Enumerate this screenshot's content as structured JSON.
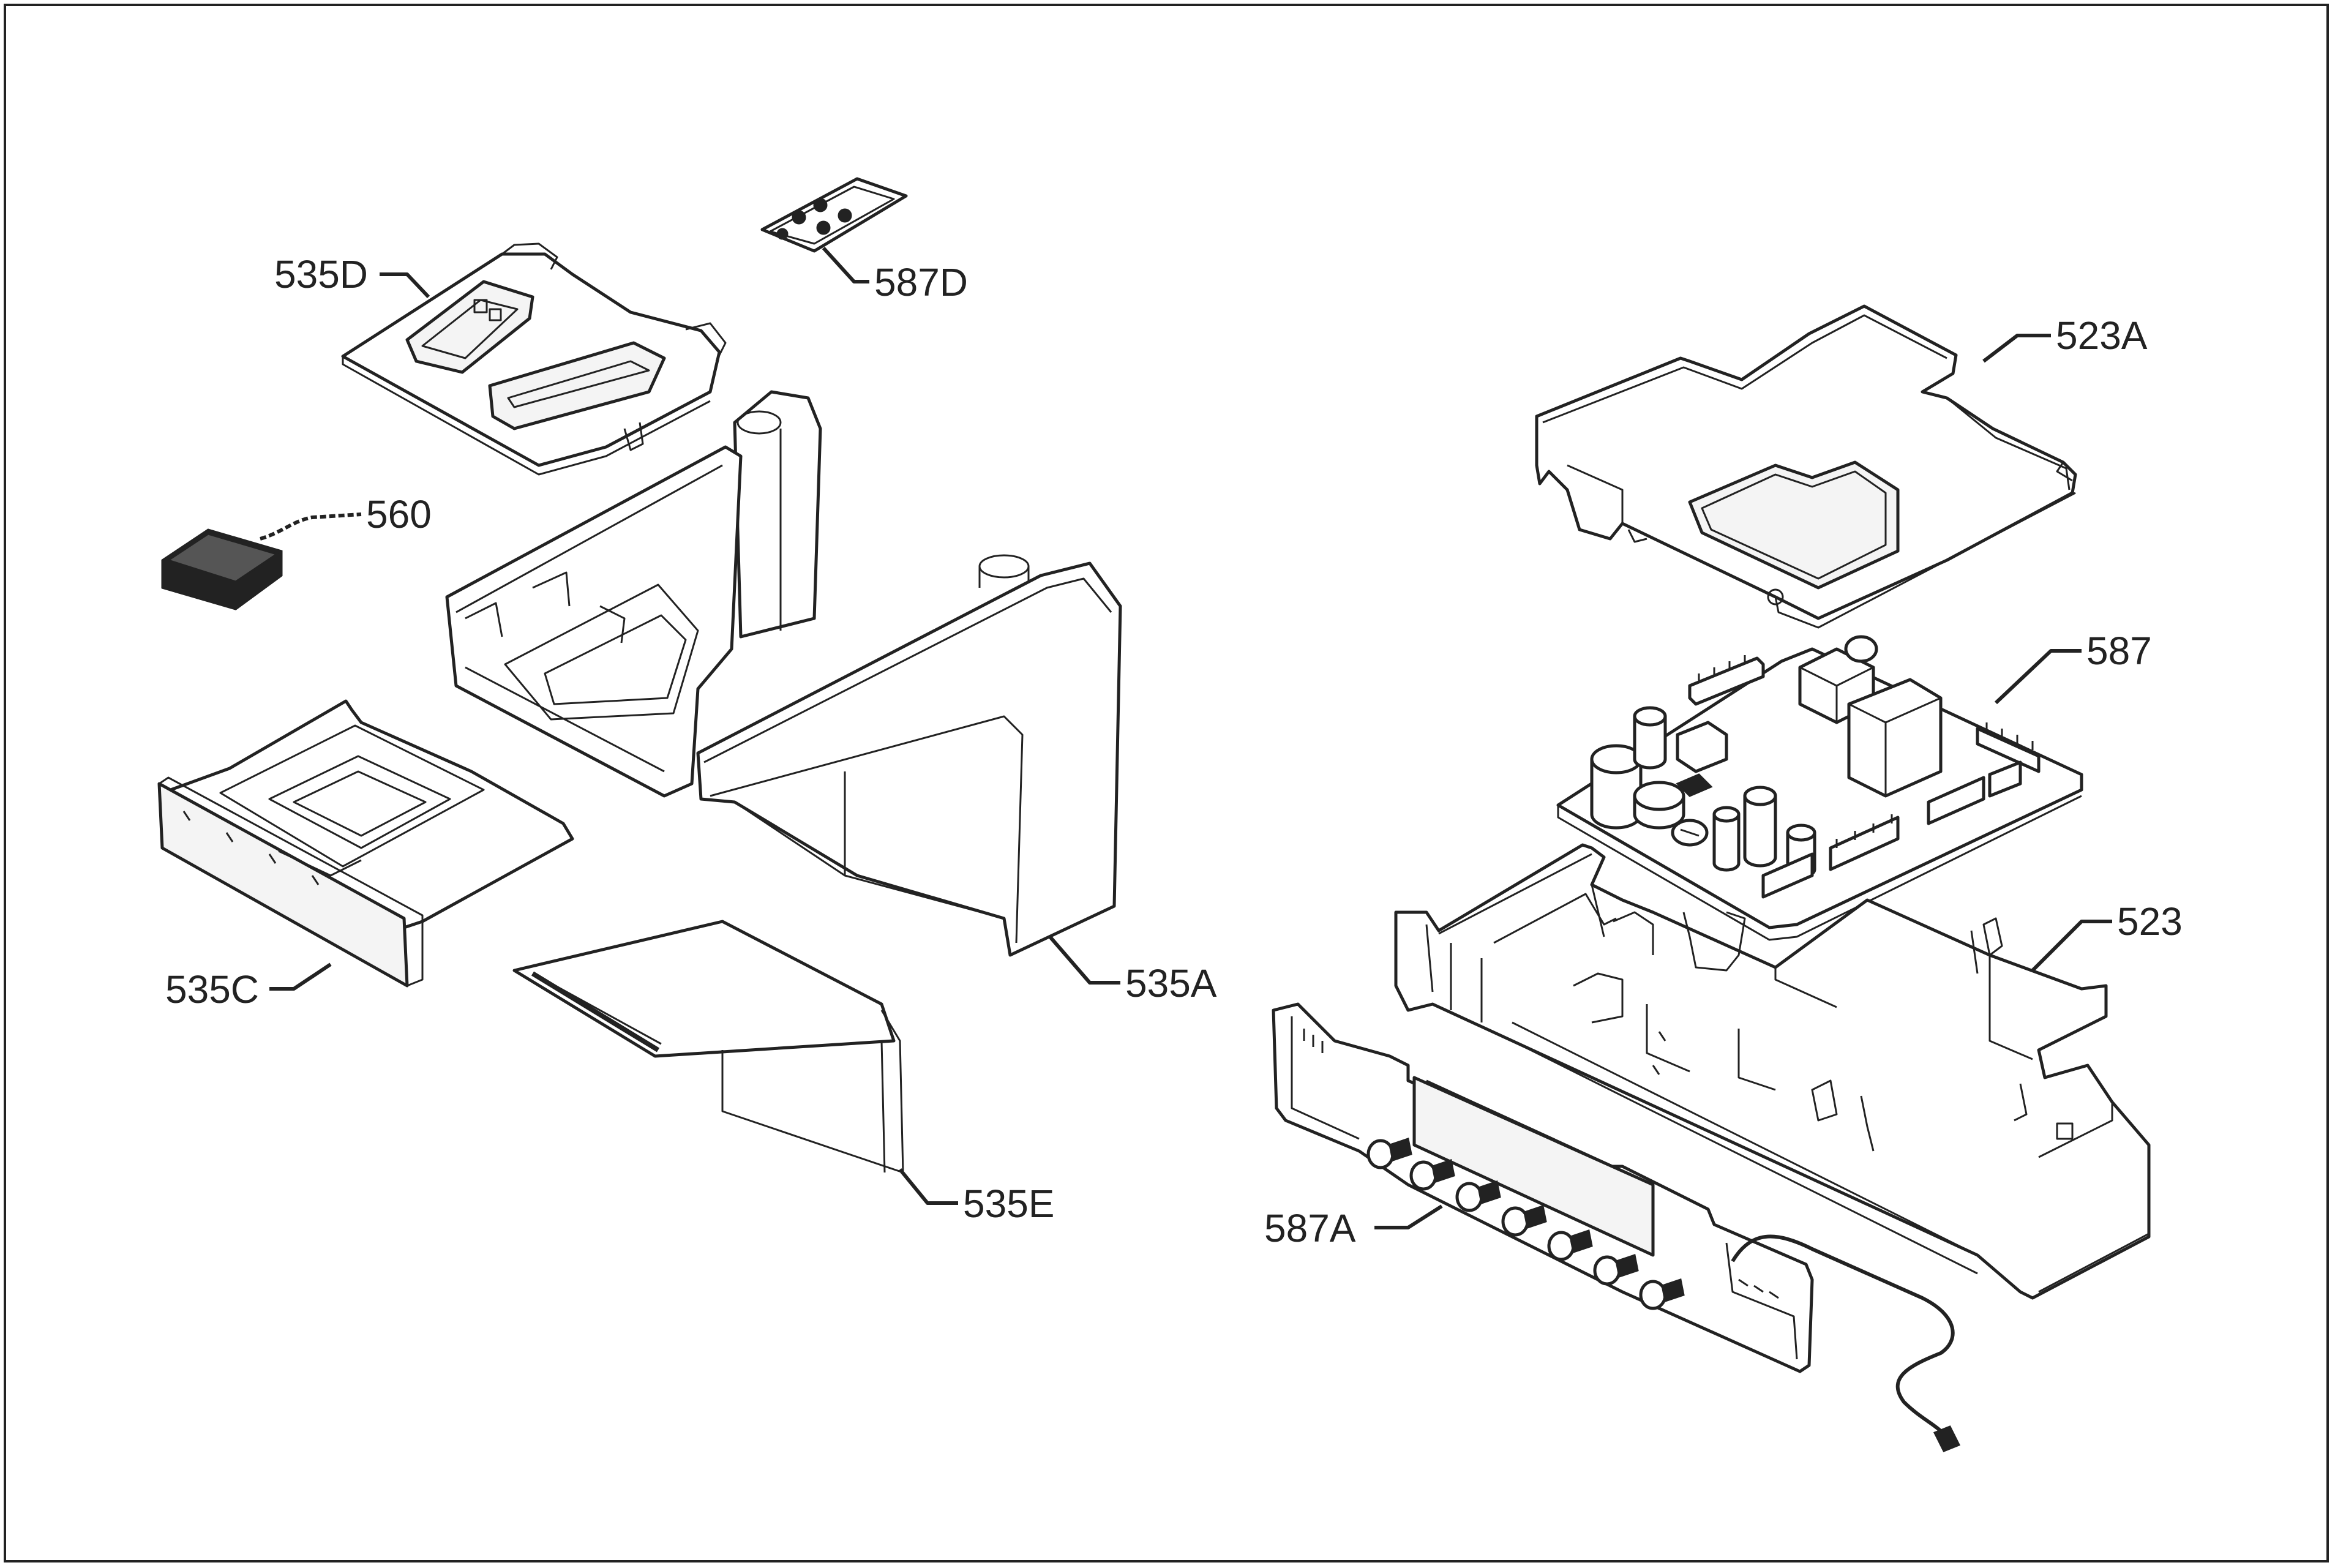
{
  "labels": {
    "l535d": "535D",
    "l587d": "587D",
    "l560": "560",
    "l535c": "535C",
    "l535a": "535A",
    "l535e": "535E",
    "l523a": "523A",
    "l587": "587",
    "l523": "523",
    "l587a": "587A"
  }
}
